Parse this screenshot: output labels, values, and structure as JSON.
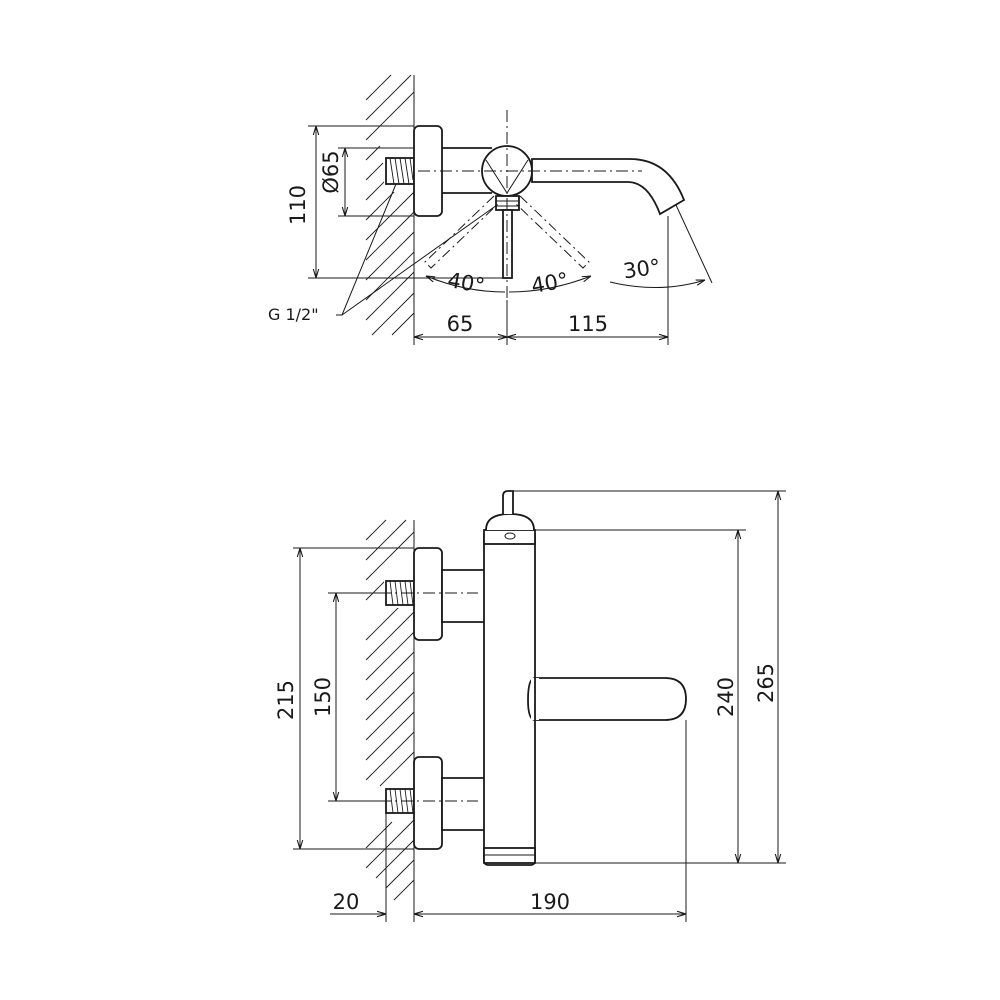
{
  "drawing": {
    "top_view": {
      "dimensions": {
        "height_total": "110",
        "flange_diameter": "Ø65",
        "wall_to_axis": "65",
        "axis_to_spout": "115",
        "lever_angle_left": "40°",
        "lever_angle_right": "40°",
        "spout_angle": "30°"
      },
      "thread_label": "G 1/2\""
    },
    "front_view": {
      "dimensions": {
        "outer_height": "215",
        "connection_spacing": "150",
        "spout_height": "240",
        "overall_height": "265",
        "wall_offset": "20",
        "spout_reach": "190"
      }
    }
  }
}
